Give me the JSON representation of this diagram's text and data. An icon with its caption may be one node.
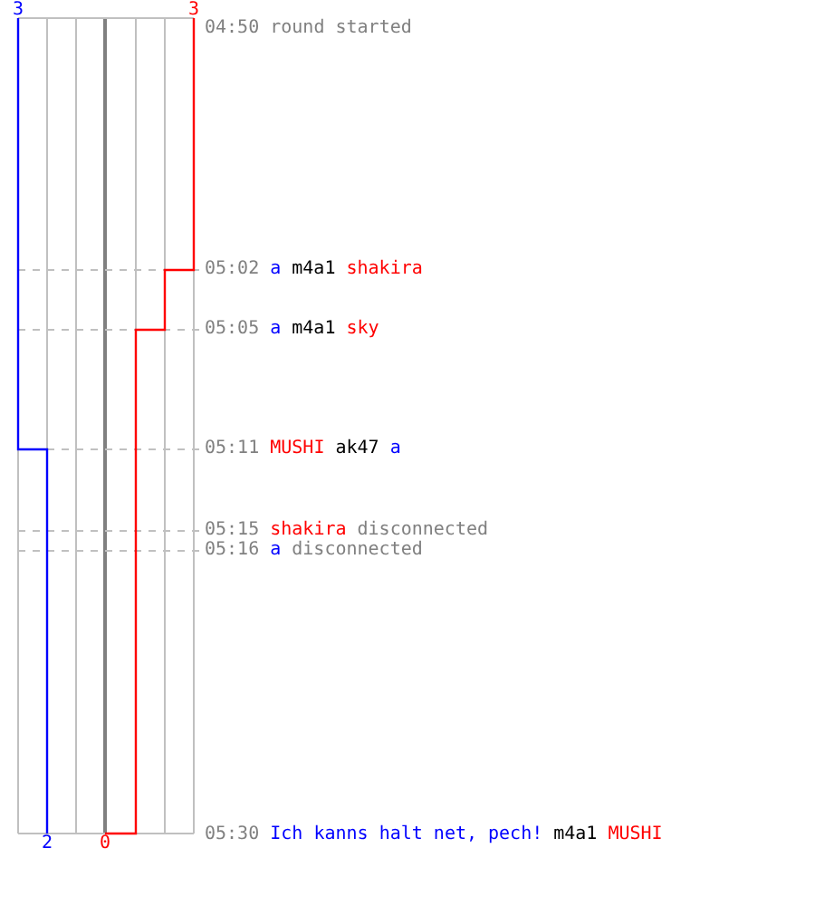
{
  "diagram": {
    "labels": [
      "3",
      "3",
      "04:50",
      "round started",
      "05:02",
      "a",
      "m4a1",
      "shakira",
      "05:05",
      "a",
      "m4a1",
      "sky",
      "05:11",
      "MUSHI",
      "ak47",
      "a",
      "05:15",
      "shakira",
      "disconnected",
      "05:16",
      "a",
      "disconnected",
      "05:30",
      "Ich kanns halt net, pech!",
      "m4a1",
      "MUSHI",
      "2",
      "0"
    ]
  }
}
